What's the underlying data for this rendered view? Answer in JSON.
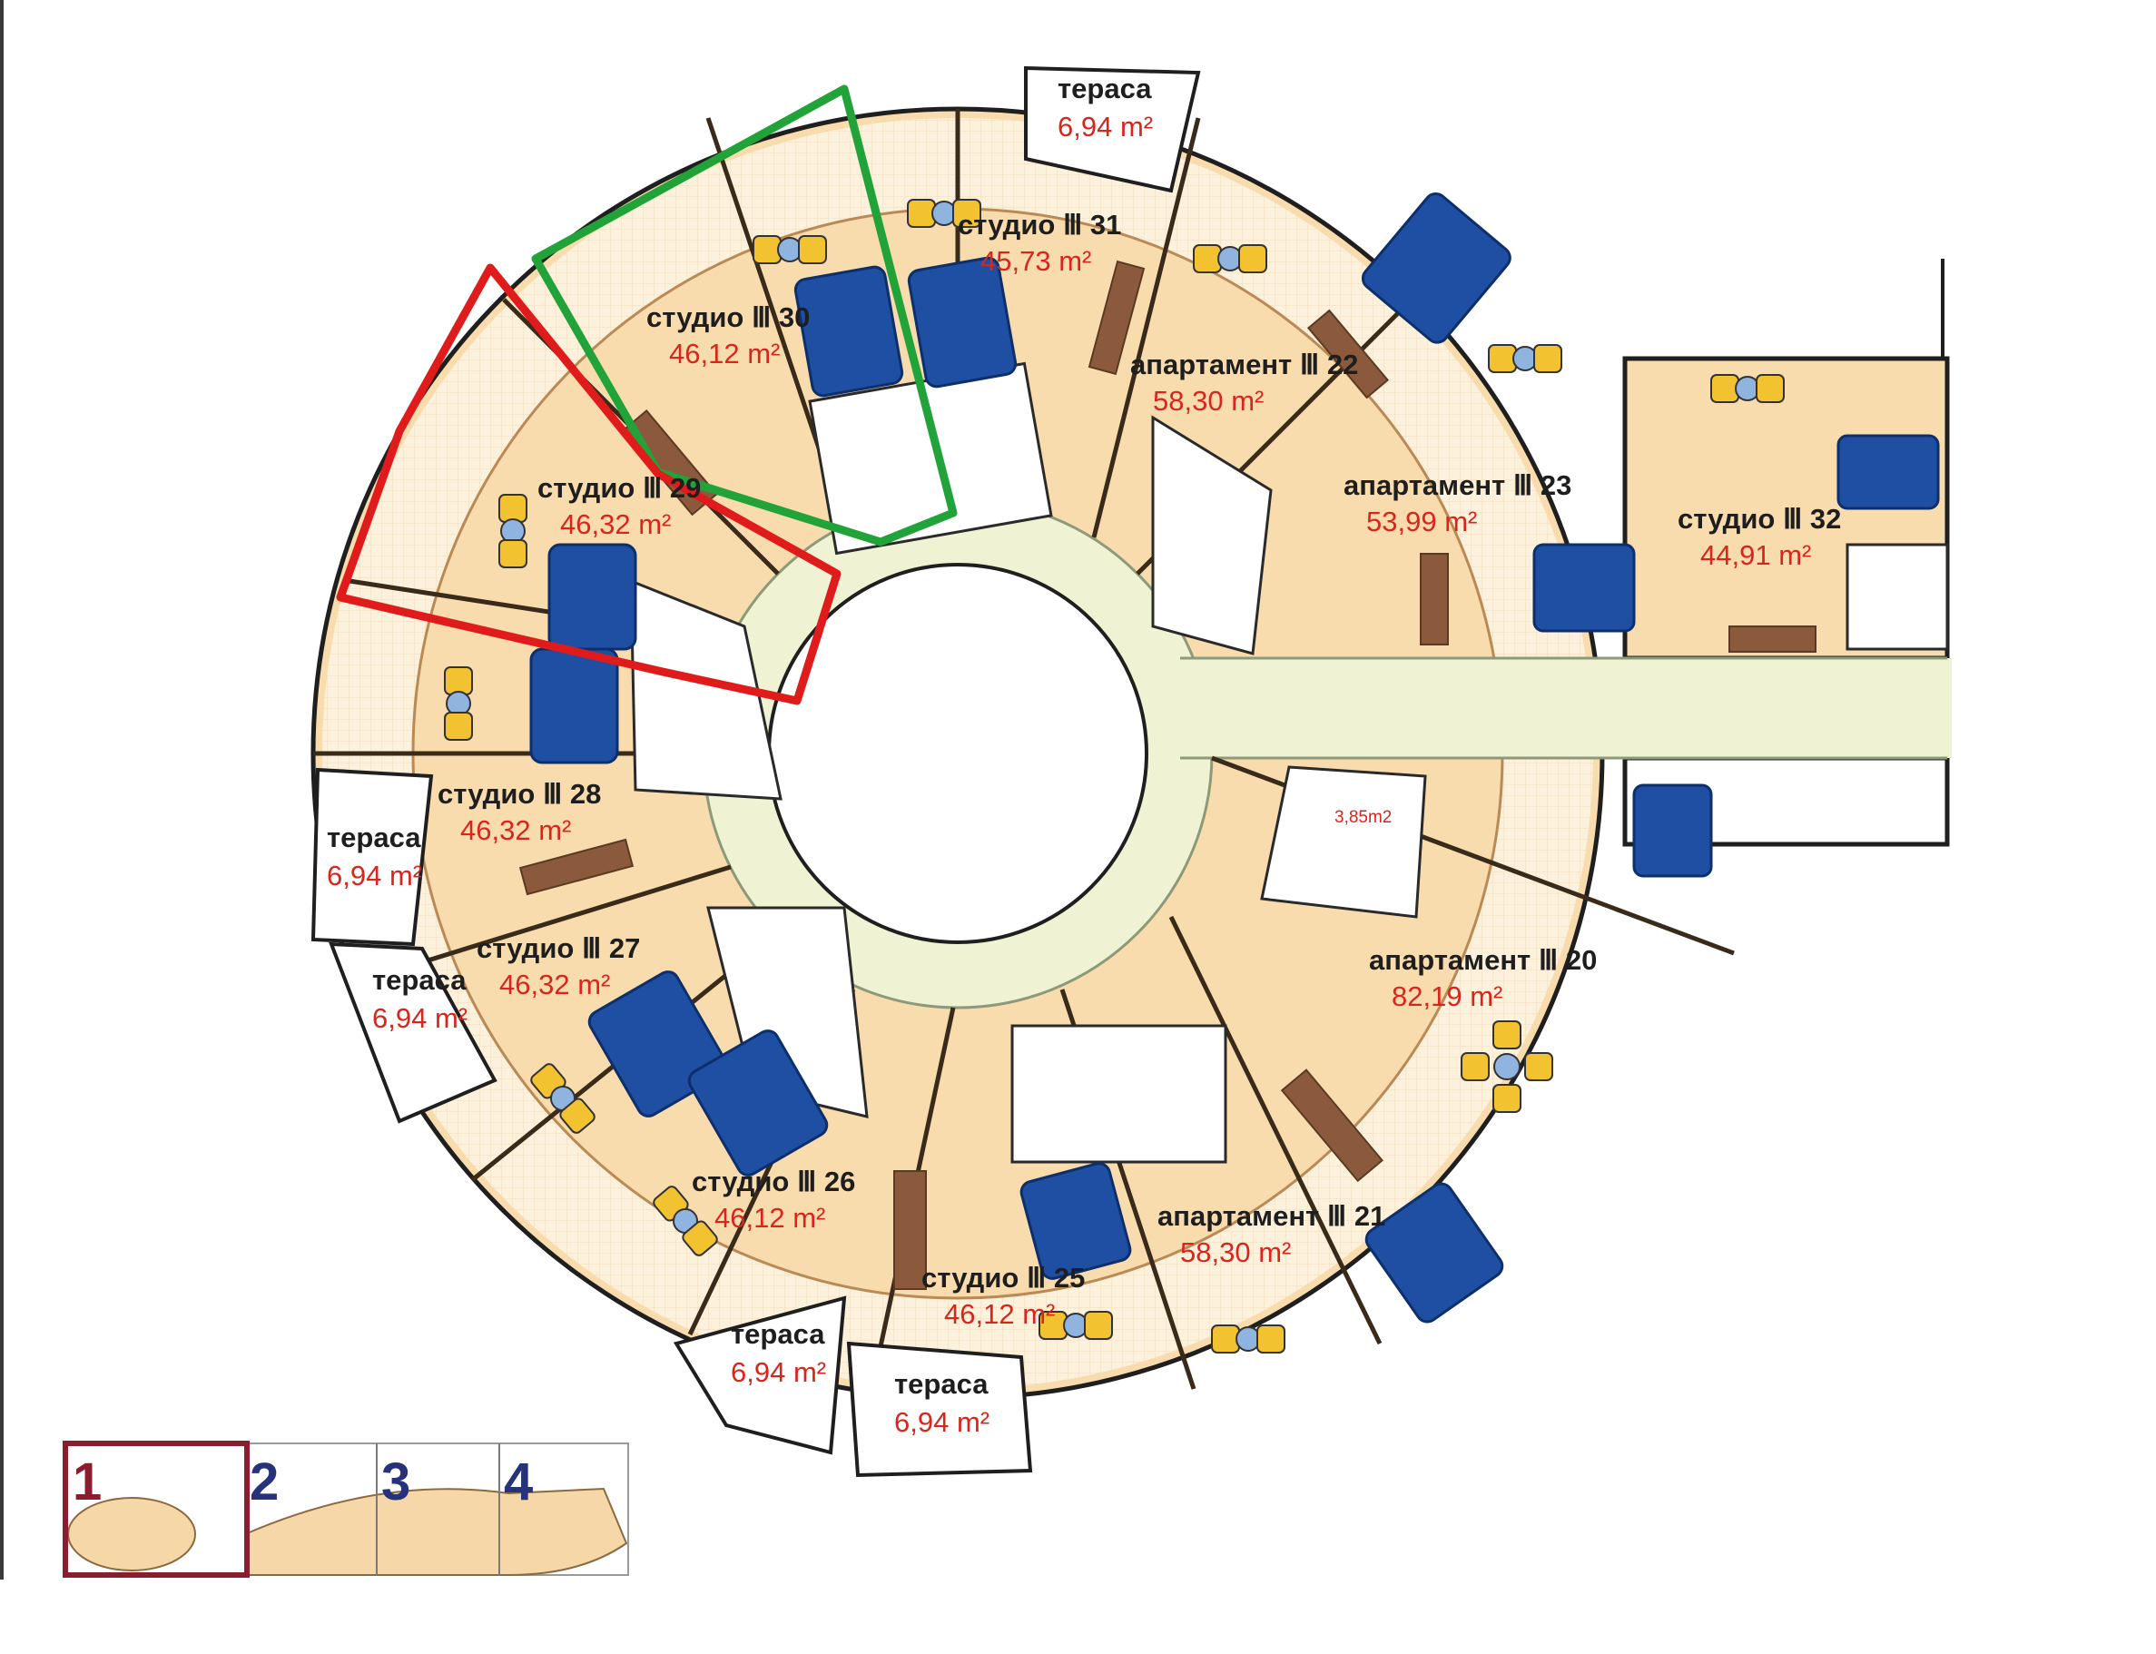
{
  "colors": {
    "floor": "#f9dcae",
    "floor_light": "#fcebcc",
    "terrace": "#fbf3e4",
    "corridor": "#f0f3d3",
    "wall": "#1f1f1f",
    "bed": "#1e4fa2",
    "sofa": "#8b5a3c",
    "label_area": "#d9261c",
    "highlight_green": "#22a33a",
    "highlight_red": "#e01b1b",
    "minimap_frame": "#8b1e2e",
    "minimap_number": "#26337a"
  },
  "units": [
    {
      "id": "u20",
      "name": "апартамент Ⅲ 20",
      "area": "82,19 m²"
    },
    {
      "id": "u21",
      "name": "апартамент Ⅲ 21",
      "area": "58,30 m²"
    },
    {
      "id": "u22",
      "name": "апартамент Ⅲ 22",
      "area": "58,30 m²"
    },
    {
      "id": "u23",
      "name": "апартамент Ⅲ 23",
      "area": "53,99 m²"
    },
    {
      "id": "u25",
      "name": "студио Ⅲ 25",
      "area": "46,12 m²"
    },
    {
      "id": "u26",
      "name": "студио Ⅲ 26",
      "area": "46,12 m²"
    },
    {
      "id": "u27",
      "name": "студио Ⅲ 27",
      "area": "46,32 m²"
    },
    {
      "id": "u28",
      "name": "студио Ⅲ 28",
      "area": "46,32 m²"
    },
    {
      "id": "u29",
      "name": "студио Ⅲ 29",
      "area": "46,32 m²"
    },
    {
      "id": "u30",
      "name": "студио Ⅲ 30",
      "area": "46,12 m²"
    },
    {
      "id": "u31",
      "name": "студио Ⅲ 31",
      "area": "45,73 m²"
    },
    {
      "id": "u32",
      "name": "студио Ⅲ 32",
      "area": "44,91 m²"
    }
  ],
  "terraces": [
    {
      "id": "t1",
      "name": "тераса",
      "area": "6,94 m²"
    },
    {
      "id": "t2",
      "name": "тераса",
      "area": "6,94 m²"
    },
    {
      "id": "t3",
      "name": "тераса",
      "area": "6,94 m²"
    },
    {
      "id": "t4",
      "name": "тераса",
      "area": "6,94 m²"
    },
    {
      "id": "t5",
      "name": "тераса",
      "area": "6,94 m²"
    }
  ],
  "storage_area": "3,85m2",
  "minimap": {
    "sections": [
      "1",
      "2",
      "3",
      "4"
    ],
    "selected": "1"
  },
  "highlights": [
    {
      "unit": "студио Ⅲ 30",
      "color": "green"
    },
    {
      "unit": "студио Ⅲ 29",
      "color": "red"
    }
  ]
}
